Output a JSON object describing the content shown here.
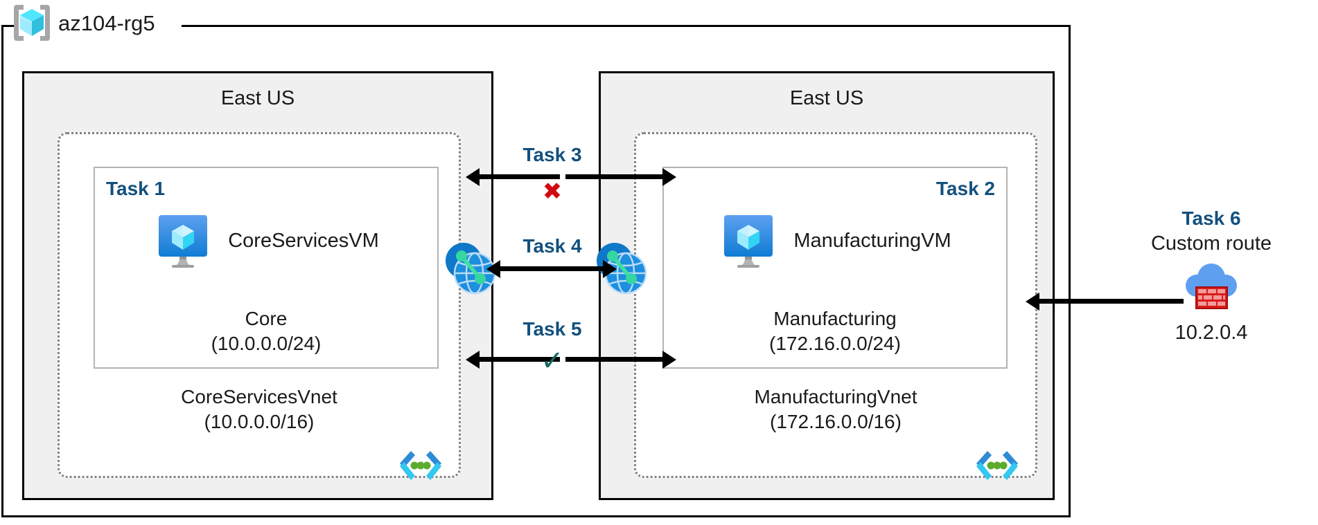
{
  "resource_group": {
    "name": "az104-rg5",
    "icon": "resource-group-icon"
  },
  "regions": [
    {
      "id": "left",
      "title": "East US",
      "vnet": {
        "name": "CoreServicesVnet",
        "cidr": "(10.0.0.0/16)",
        "icon": "virtual-network-icon"
      },
      "subnet": {
        "task_tag": "Task 1",
        "name": "Core",
        "cidr": "(10.0.0.0/24)",
        "vm": {
          "name": "CoreServicesVM",
          "icon": "virtual-machine-icon"
        }
      },
      "peering_icon": "vnet-peering-icon"
    },
    {
      "id": "right",
      "title": "East US",
      "vnet": {
        "name": "ManufacturingVnet",
        "cidr": "(172.16.0.0/16)",
        "icon": "virtual-network-icon"
      },
      "subnet": {
        "task_tag": "Task 2",
        "name": "Manufacturing",
        "cidr": "(172.16.0.0/24)",
        "vm": {
          "name": "ManufacturingVM",
          "icon": "virtual-machine-icon"
        }
      },
      "peering_icon": "vnet-peering-icon"
    }
  ],
  "center_tasks": [
    {
      "label": "Task 3",
      "mark": "✖",
      "mark_type": "x"
    },
    {
      "label": "Task 4",
      "mark": "",
      "mark_type": "none"
    },
    {
      "label": "Task 5",
      "mark": "✓",
      "mark_type": "check"
    }
  ],
  "task6": {
    "title": "Task 6",
    "subtitle": "Custom route",
    "ip": "10.2.0.4",
    "icon": "firewall-icon"
  },
  "colors": {
    "task_blue": "#12507e",
    "region_fill": "#f0f0f0",
    "frame_black": "#000000",
    "vnet_dotted": "#808080",
    "subnet_border": "#b3b3b3",
    "x_red": "#d10a10",
    "check_teal": "#186a63",
    "azure_blue": "#0078d4",
    "cyan": "#32c8f0",
    "green_dot": "#5bab2d",
    "brick_red": "#d91b1b"
  }
}
